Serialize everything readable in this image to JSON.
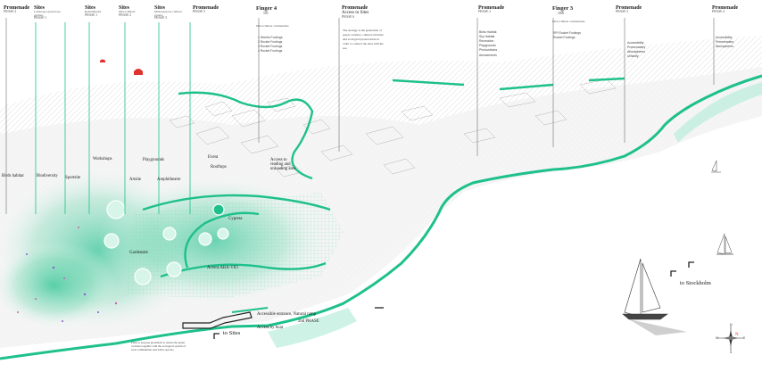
{
  "header_labels": [
    {
      "id": "promenade-1",
      "title": "Promenade",
      "phase": "PHASE",
      "num": "4",
      "desc": ""
    },
    {
      "id": "sites-1",
      "title": "Sites",
      "phase": "PHASE",
      "num": "1",
      "desc": "Landscape  greenways  gardens"
    },
    {
      "id": "sites-2",
      "title": "Sites",
      "phase": "PHASE",
      "num": "1",
      "desc": "Rehabilitated"
    },
    {
      "id": "sites-3",
      "title": "Sites",
      "phase": "PHASE",
      "num": "2",
      "desc": "Microclimate"
    },
    {
      "id": "sites-4",
      "title": "Sites",
      "phase": "PHASE",
      "num": "3",
      "desc": "Multi-purpose  cultural centers"
    },
    {
      "id": "promenade-2",
      "title": "Promenade",
      "phase": "PHASE",
      "num": "5",
      "desc": ""
    },
    {
      "id": "promenade-3",
      "title": "Promenade",
      "phase": "PHASE",
      "num": "2",
      "desc": ""
    },
    {
      "id": "promenade-4",
      "title": "Promenade",
      "phase": "PHASE",
      "num": "3",
      "desc": ""
    },
    {
      "id": "promenade-5",
      "title": "Promenade",
      "phase": "PHASE",
      "num": "4",
      "desc": ""
    }
  ],
  "fingers": [
    {
      "id": "finger-4",
      "title": "Finger 4",
      "num": "500",
      "note": "Microclimate communities"
    },
    {
      "id": "finger-3",
      "title": "Finger 3",
      "num": "2000",
      "note": "Microclimate communities"
    }
  ],
  "promenade_access": {
    "title": "Promenade",
    "subtitle": "Access to Sites",
    "phase": "PHASE",
    "num": "6",
    "note": "The strategy is the generation of green corridors, cultural activities and ecological preservation in order to connect the sites with the sea."
  },
  "finger4_list": [
    "1  Streets  Footings",
    "2  Rocket Footings",
    "3  Rocket Footings",
    "4  Rocket Footings"
  ],
  "finger3_list": [
    "RFI Rocket Footings",
    "Rocket Footings"
  ],
  "left_list": [
    "Birds Habitat",
    "Sky Habitat",
    "Recreation",
    "Playgrounds",
    "Photovoltaics",
    "Amusements"
  ],
  "right_list_1": [
    "Accessibility",
    "Promenadery",
    "Atmospheres",
    "Urbanity"
  ],
  "right_list_2": [
    "Accessibility",
    "Promenadery",
    "Atmospheres"
  ],
  "site_labels": {
    "birds": "Birds habitat",
    "biodiversity": "Biodiversity",
    "sportsite": "Sportsite",
    "workshops": "Workshops",
    "playgrounds": "Playgrounds",
    "artsite": "Artsite",
    "amphitheatre": "Amphitheatre",
    "event": "Event",
    "rooftops": "Rooftops",
    "gardensite": "Gardensite",
    "cypress": "Cypress",
    "access": "Access to",
    "access2": "reading and",
    "access3": "unloading area",
    "aceros": "Aceros ARA-VIO"
  },
  "bottom_labels": {
    "entrance": "Accessible entrance, Natural ramp",
    "phase": "2nd PHASE",
    "boat": "Access by boat",
    "to_sites": "to Sites",
    "to_stockholm": "to Stockholm",
    "footnote": "Plans to propose greenbelts to ensure the green corridors together with the ecological system of local communities and native species."
  },
  "compass": {
    "n": "N",
    "s": "S",
    "w": "W",
    "e": "E",
    "marker": "N"
  },
  "colors": {
    "accent": "#1ec08c",
    "accent_light": "#b9eedb",
    "water": "#e6f6f0",
    "ink": "#222222",
    "land": "#ececec",
    "red": "#e03030"
  }
}
